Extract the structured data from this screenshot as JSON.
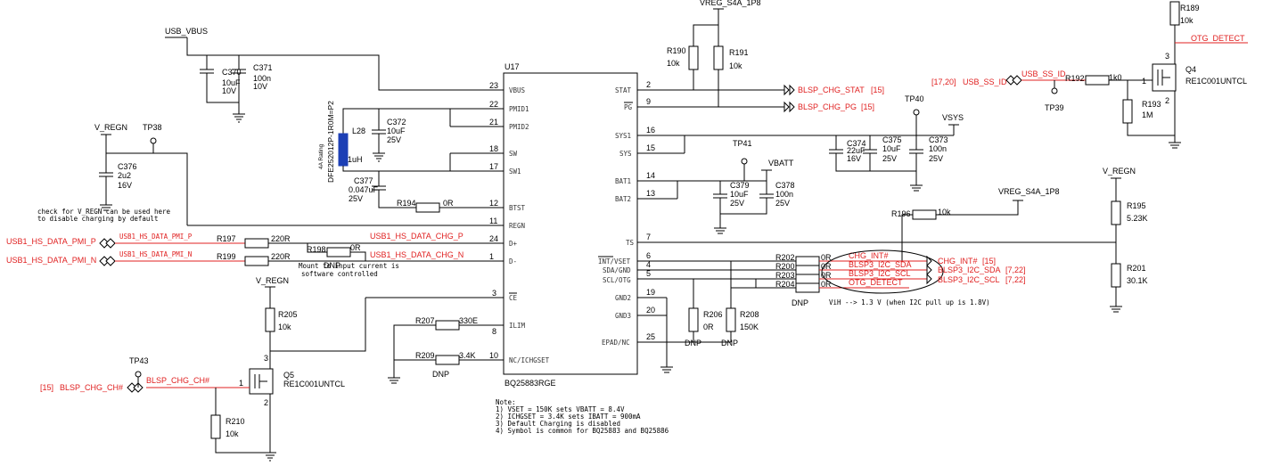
{
  "ic": {
    "ref": "U17",
    "part": "BQ25883RGE",
    "left_pins": [
      {
        "name": "VBUS",
        "num": "23"
      },
      {
        "name": "PMID1",
        "num": "22"
      },
      {
        "name": "PMID2",
        "num": "21"
      },
      {
        "name": "SW",
        "num": "18"
      },
      {
        "name": "SW1",
        "num": "17"
      },
      {
        "name": "BTST",
        "num": "12"
      },
      {
        "name": "REGN",
        "num": "11"
      },
      {
        "name": "D+",
        "num": "24"
      },
      {
        "name": "D-",
        "num": "1"
      },
      {
        "name": "CE",
        "num": "3"
      },
      {
        "name": "ILIM",
        "num": "8"
      },
      {
        "name": "NC/ICHGSET",
        "num": "10"
      }
    ],
    "right_pins": [
      {
        "name": "STAT",
        "num": "2"
      },
      {
        "name": "PG",
        "num": "9"
      },
      {
        "name": "SYS1",
        "num": "16"
      },
      {
        "name": "SYS",
        "num": "15"
      },
      {
        "name": "BAT1",
        "num": "14"
      },
      {
        "name": "BAT2",
        "num": "13"
      },
      {
        "name": "TS",
        "num": "7"
      },
      {
        "name": "INT/VSET",
        "num": "6"
      },
      {
        "name": "SDA/GND",
        "num": "4"
      },
      {
        "name": "SCL/OTG",
        "num": "5"
      },
      {
        "name": "GND2",
        "num": "19"
      },
      {
        "name": "GND3",
        "num": "20"
      },
      {
        "name": "EPAD/NC",
        "num": "25"
      }
    ]
  },
  "nets": {
    "usb_vbus": "USB_VBUS",
    "v_regn": "V_REGN",
    "v_regn_2": "V_REGN",
    "v_regn_3": "V_REGN",
    "vreg_top": "VREG_S4A_1P8",
    "vreg_mid": "VREG_S4A_1P8",
    "vsys": "VSYS",
    "vbatt": "VBATT",
    "usb_dp_pmi": "USB1_HS_DATA_PMI_P",
    "usb_dn_pmi": "USB1_HS_DATA_PMI_N",
    "usb_dp_pmi_wire": "USB1_HS_DATA_PMI_P",
    "usb_dn_pmi_wire": "USB1_HS_DATA_PMI_N",
    "usb_dp_chg": "USB1_HS_DATA_CHG_P",
    "usb_dn_chg": "USB1_HS_DATA_CHG_N",
    "blsp_chg_stat": "BLSP_CHG_STAT",
    "blsp_chg_stat_ref": "[15]",
    "blsp_chg_pg": "BLSP_CHG_PG",
    "blsp_chg_pg_ref": "[15]",
    "otg_detect": "OTG_DETECT",
    "usb_ss_id": "USB_SS_ID",
    "usb_ss_id_wire": "USB_SS_ID",
    "usb_ss_id_ref": "[17,20]",
    "chg_int": "CHG_INT#",
    "chg_int_ext": "CHG_INT#",
    "chg_int_ref": "[15]",
    "i2c_sda": "BLSP3_I2C_SDA",
    "i2c_sda_ext": "BLSP3_I2C_SDA",
    "i2c_sda_ref": "[7,22]",
    "i2c_scl": "BLSP3_I2C_SCL",
    "i2c_scl_ext": "BLSP3_I2C_SCL",
    "i2c_scl_ref": "[7,22]",
    "otg_detect_wire": "OTG_DETECT",
    "blsp_chg_ch": "BLSP_CHG_CH#",
    "blsp_chg_ch_wire": "BLSP_CHG_CH#",
    "blsp_chg_ch_ref": "[15]"
  },
  "components": {
    "c370": {
      "ref": "C370",
      "value": "10uF",
      "rating": "10V"
    },
    "c371": {
      "ref": "C371",
      "value": "100n",
      "rating": "10V"
    },
    "c372": {
      "ref": "C372",
      "value": "10uF",
      "rating": "25V"
    },
    "c377": {
      "ref": "C377",
      "value": "0.047uF",
      "rating": "25V"
    },
    "c376": {
      "ref": "C376",
      "value": "2u2",
      "rating": "16V"
    },
    "c374": {
      "ref": "C374",
      "value": "22uF",
      "rating": "16V"
    },
    "c375": {
      "ref": "C375",
      "value": "10uF",
      "rating": "25V"
    },
    "c373": {
      "ref": "C373",
      "value": "100n",
      "rating": "25V"
    },
    "c379": {
      "ref": "C379",
      "value": "10uF",
      "rating": "25V"
    },
    "c378": {
      "ref": "C378",
      "value": "100n",
      "rating": "25V"
    },
    "l28": {
      "ref": "L28",
      "value": "1uH",
      "part": "DFE252012P-1R0M=P2",
      "rating": "4A Rating"
    },
    "r194": {
      "ref": "R194",
      "value": "0R"
    },
    "r197": {
      "ref": "R197",
      "value": "220R"
    },
    "r199": {
      "ref": "R199",
      "value": "220R"
    },
    "r198": {
      "ref": "R198",
      "value": "0R",
      "dnp": "DNP"
    },
    "r190": {
      "ref": "R190",
      "value": "10k"
    },
    "r191": {
      "ref": "R191",
      "value": "10k"
    },
    "r189": {
      "ref": "R189",
      "value": "10k"
    },
    "r192": {
      "ref": "R192",
      "value": "1k0"
    },
    "r193": {
      "ref": "R193",
      "value": "1M"
    },
    "r196": {
      "ref": "R196",
      "value": "10k"
    },
    "r195": {
      "ref": "R195",
      "value": "5.23K"
    },
    "r201": {
      "ref": "R201",
      "value": "30.1K"
    },
    "r202": {
      "ref": "R202",
      "value": "0R"
    },
    "r200": {
      "ref": "R200",
      "value": "0R"
    },
    "r203": {
      "ref": "R203",
      "value": "0R"
    },
    "r204": {
      "ref": "R204",
      "value": "0R"
    },
    "r202_group_dnp": "DNP",
    "r205": {
      "ref": "R205",
      "value": "10k"
    },
    "r206": {
      "ref": "R206",
      "value": "0R",
      "dnp": "DNP"
    },
    "r208": {
      "ref": "R208",
      "value": "150K",
      "dnp": "DNP"
    },
    "r207": {
      "ref": "R207",
      "value": "330E"
    },
    "r209": {
      "ref": "R209",
      "value": "3.4K",
      "dnp": "DNP"
    },
    "r210": {
      "ref": "R210",
      "value": "10k"
    },
    "q4": {
      "ref": "Q4",
      "part": "RE1C001UNTCL",
      "pin_g": "1",
      "pin_d": "3",
      "pin_s": "2"
    },
    "q5": {
      "ref": "Q5",
      "part": "RE1C001UNTCL",
      "pin_g": "1",
      "pin_d": "3",
      "pin_s": "2"
    }
  },
  "test_points": {
    "tp38": "TP38",
    "tp39": "TP39",
    "tp40": "TP40",
    "tp41": "TP41",
    "tp43": "TP43"
  },
  "annotations": {
    "regn_note_1": "check for V_REGN can be used here",
    "regn_note_2": "to disable charging by default",
    "mount_note_1": "Mount to input current is",
    "mount_note_2": "software controlled",
    "vih_note": "ViH  --> 1.3 V  (when I2C pull up is 1.8V)",
    "notes_title": "Note:",
    "note_1": "1) VSET = 150K sets VBATT = 8.4V",
    "note_2": "2) ICHGSET = 3.4K sets IBATT = 900mA",
    "note_3": "3) Default Charging is disabled",
    "note_4": "4) Symbol is common for BQ25883 and BQ25886"
  },
  "colors": {
    "wire": "#000000",
    "net_label": "#e02020"
  }
}
